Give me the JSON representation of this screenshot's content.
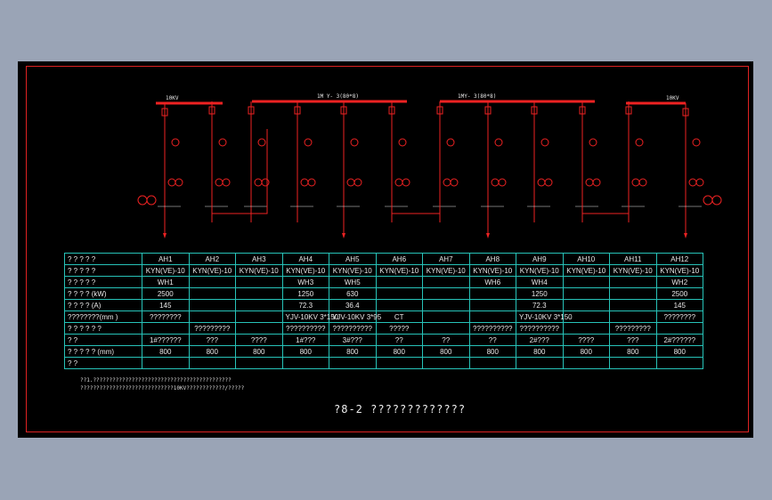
{
  "bus_labels": {
    "left_incoming": "10KV",
    "bus_1": "1M Y- 3(80*8)",
    "bus_2": "1MY- 3(80*8)",
    "right_incoming": "10KV"
  },
  "panels": [
    "AH1",
    "AH2",
    "AH3",
    "AH4",
    "AH5",
    "AH6",
    "AH7",
    "AH8",
    "AH9",
    "AH10",
    "AH11",
    "AH12"
  ],
  "rows": [
    {
      "label": "? ? ? ? ?",
      "cells": [
        "AH1",
        "AH2",
        "AH3",
        "AH4",
        "AH5",
        "AH6",
        "AH7",
        "AH8",
        "AH9",
        "AH10",
        "AH11",
        "AH12"
      ]
    },
    {
      "label": "? ? ? ? ?",
      "cells": [
        "KYN(VE)-10",
        "KYN(VE)-10",
        "KYN(VE)-10",
        "KYN(VE)-10",
        "KYN(VE)-10",
        "KYN(VE)-10",
        "KYN(VE)-10",
        "KYN(VE)-10",
        "KYN(VE)-10",
        "KYN(VE)-10",
        "KYN(VE)-10",
        "KYN(VE)-10"
      ]
    },
    {
      "label": "? ? ? ? ?",
      "cells": [
        "WH1",
        "",
        "",
        "WH3",
        "WH5",
        "",
        "",
        "WH6",
        "WH4",
        "",
        "",
        "WH2"
      ]
    },
    {
      "label": "? ? ? ? (kW)",
      "cells": [
        "2500",
        "",
        "",
        "1250",
        "630",
        "",
        "",
        "",
        "1250",
        "",
        "",
        "2500"
      ]
    },
    {
      "label": "? ? ? ? (A)",
      "cells": [
        "145",
        "",
        "",
        "72.3",
        "36.4",
        "",
        "",
        "",
        "72.3",
        "",
        "",
        "145"
      ]
    },
    {
      "label": "????????(mm )",
      "cells": [
        "????????",
        "",
        "",
        "YJV-10KV  3*150",
        "YJV-10KV  3*95",
        "CT",
        "",
        "",
        "YJV-10KV  3*150",
        "",
        "",
        "????????"
      ]
    },
    {
      "label": "? ? ? ? ? ?",
      "cells": [
        "",
        "?????????",
        "",
        "??????????",
        "??????????",
        "?????",
        "",
        "??????????",
        "??????????",
        "",
        "?????????",
        ""
      ]
    },
    {
      "label": "?            ?",
      "cells": [
        "1#??????",
        "???",
        "????",
        "1#???",
        "3#???",
        "??",
        "??",
        "??",
        "2#???",
        "????",
        "???",
        "2#??????"
      ]
    },
    {
      "label": "? ? ? ? ? (mm)",
      "cells": [
        "800",
        "800",
        "800",
        "800",
        "800",
        "800",
        "800",
        "800",
        "800",
        "800",
        "800",
        "800"
      ]
    },
    {
      "label": "?            ?",
      "cells": [
        "",
        "",
        "",
        "",
        "",
        "",
        "",
        "",
        "",
        "",
        "",
        ""
      ]
    }
  ],
  "notes": [
    "??1.???????????????????????????????????????????",
    "?????????????????????????????10KV????????????/?????"
  ],
  "caption": "?8-2 ?????????????"
}
